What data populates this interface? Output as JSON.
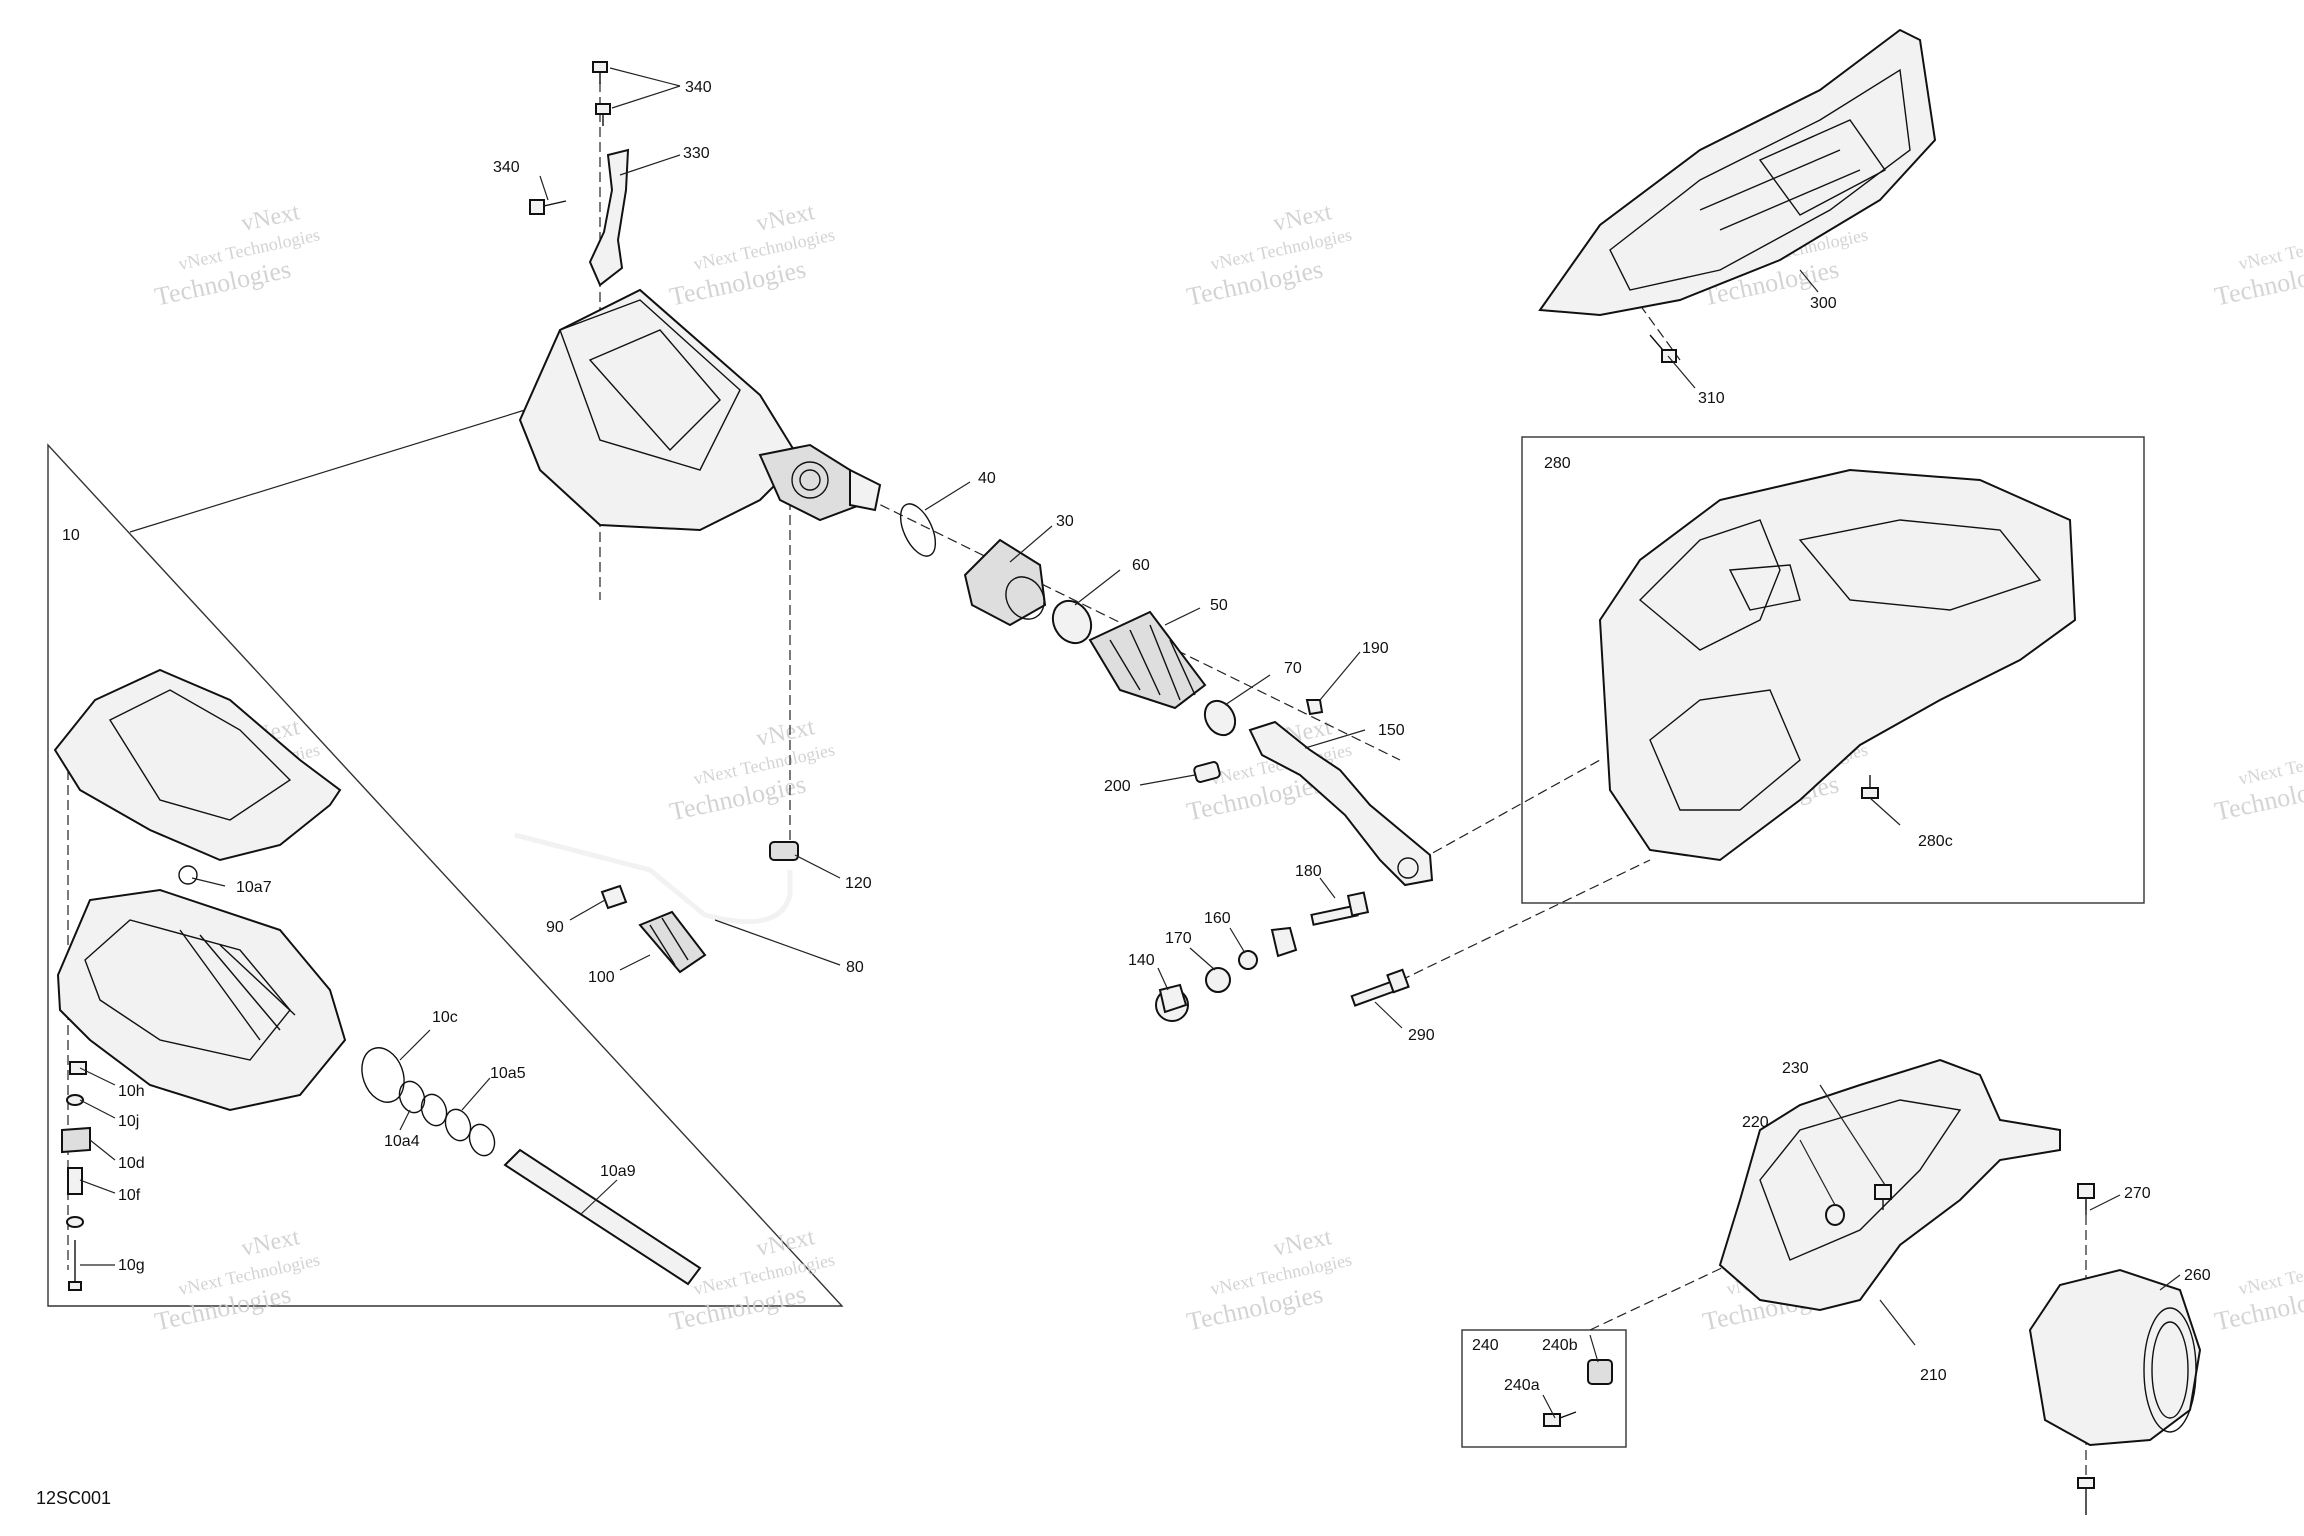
{
  "diagram": {
    "reference": "12SC001",
    "watermark_line1": "vNext Technologies",
    "watermark_line2": "Technologies",
    "watermark_logo": "vNext",
    "labels": {
      "l340a": "340",
      "l340b": "340",
      "l330": "330",
      "l300": "300",
      "l310": "310",
      "l10": "10",
      "l280": "280",
      "l280c": "280c",
      "l40": "40",
      "l30": "30",
      "l60": "60",
      "l50": "50",
      "l70": "70",
      "l190": "190",
      "l150": "150",
      "l200": "200",
      "l120": "120",
      "l90": "90",
      "l80": "80",
      "l100": "100",
      "l180": "180",
      "l160": "160",
      "l170": "170",
      "l140": "140",
      "l290": "290",
      "l10a7": "10a7",
      "l10c": "10c",
      "l10a5": "10a5",
      "l10a4": "10a4",
      "l10a9": "10a9",
      "l10h": "10h",
      "l10j": "10j",
      "l10d": "10d",
      "l10f": "10f",
      "l10g": "10g",
      "l230": "230",
      "l220": "220",
      "l270": "270",
      "l260": "260",
      "l210": "210",
      "l240": "240",
      "l240a": "240a",
      "l240b": "240b"
    }
  }
}
